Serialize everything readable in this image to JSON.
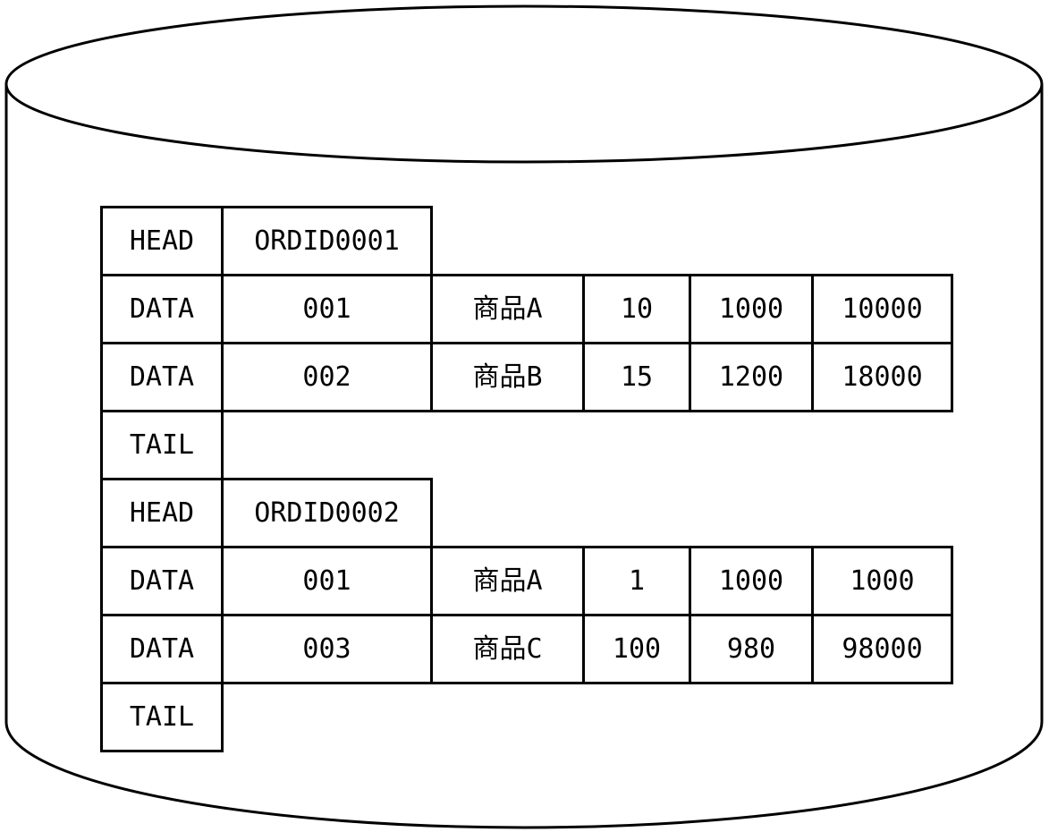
{
  "diagram": {
    "kind": "database-cylinder",
    "colors": {
      "stroke": "#000000",
      "background": "#ffffff"
    },
    "records": [
      {
        "type": "HEAD",
        "order_id": "ORDID0001"
      },
      {
        "type": "DATA",
        "line_no": "001",
        "item": "商品A",
        "qty": "10",
        "unit_price": "1000",
        "amount": "10000"
      },
      {
        "type": "DATA",
        "line_no": "002",
        "item": "商品B",
        "qty": "15",
        "unit_price": "1200",
        "amount": "18000"
      },
      {
        "type": "TAIL"
      },
      {
        "type": "HEAD",
        "order_id": "ORDID0002"
      },
      {
        "type": "DATA",
        "line_no": "001",
        "item": "商品A",
        "qty": "1",
        "unit_price": "1000",
        "amount": "1000"
      },
      {
        "type": "DATA",
        "line_no": "003",
        "item": "商品C",
        "qty": "100",
        "unit_price": "980",
        "amount": "98000"
      },
      {
        "type": "TAIL"
      }
    ]
  }
}
